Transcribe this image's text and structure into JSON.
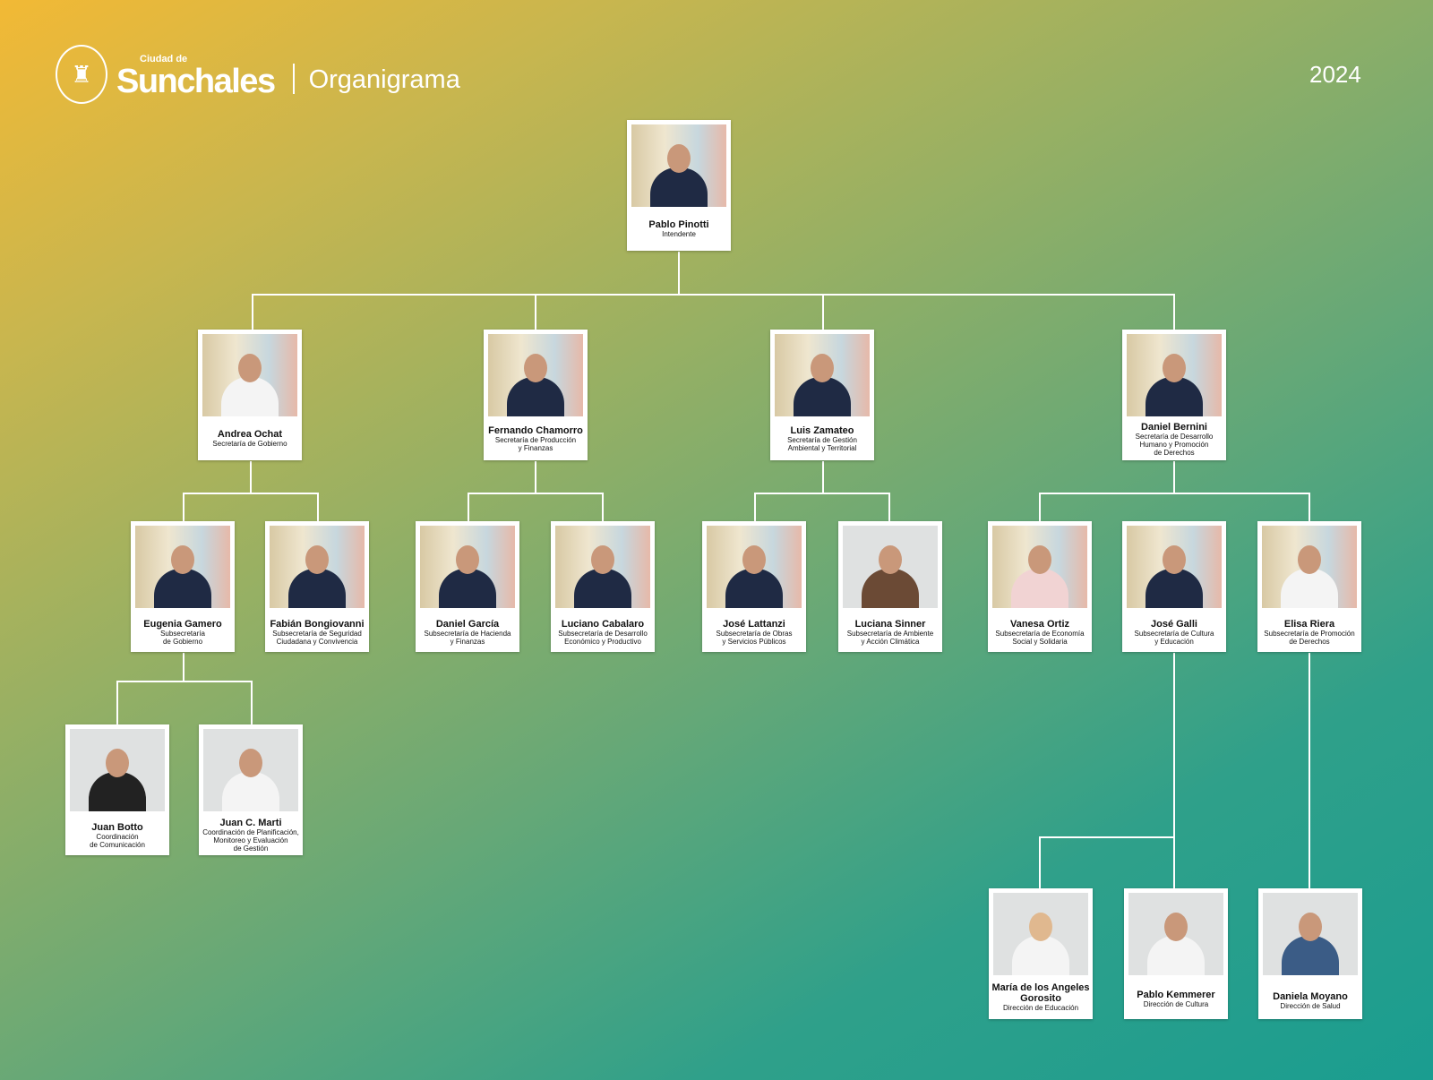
{
  "header": {
    "city_prefix": "Ciudad de",
    "city": "Sunchales",
    "title": "Organigrama",
    "year": "2024",
    "seal_icon": "municipal-seal-icon"
  },
  "people": {
    "pinotti": {
      "name": "Pablo Pinotti",
      "role": "Intendente"
    },
    "ochat": {
      "name": "Andrea Ochat",
      "role": "Secretaría de Gobierno"
    },
    "chamorro": {
      "name": "Fernando Chamorro",
      "role": "Secretaría de Producción\ny Finanzas"
    },
    "zamateo": {
      "name": "Luis Zamateo",
      "role": "Secretaría de Gestión\nAmbiental y Territorial"
    },
    "bernini": {
      "name": "Daniel Bernini",
      "role": "Secretaría de Desarrollo\nHumano y Promoción\nde Derechos"
    },
    "gamero": {
      "name": "Eugenia Gamero",
      "role": "Subsecretaría\nde Gobierno"
    },
    "bongiovanni": {
      "name": "Fabián Bongiovanni",
      "role": "Subsecretaría de Seguridad\nCiudadana y Convivencia"
    },
    "garcia": {
      "name": "Daniel García",
      "role": "Subsecretaría de Hacienda\ny Finanzas"
    },
    "cabalaro": {
      "name": "Luciano Cabalaro",
      "role": "Subsecretaría de Desarrollo\nEconómico y Productivo"
    },
    "lattanzi": {
      "name": "José Lattanzi",
      "role": "Subsecretaría de Obras\ny Servicios Públicos"
    },
    "sinner": {
      "name": "Luciana Sinner",
      "role": "Subsecretaría de Ambiente\ny Acción Climática"
    },
    "ortiz": {
      "name": "Vanesa Ortiz",
      "role": "Subsecretaría de Economía\nSocial y Solidaria"
    },
    "galli": {
      "name": "José Galli",
      "role": "Subsecretaría de Cultura\ny Educación"
    },
    "riera": {
      "name": "Elisa Riera",
      "role": "Subsecretaría de Promoción\nde Derechos"
    },
    "botto": {
      "name": "Juan Botto",
      "role": "Coordinación\nde Comunicación"
    },
    "marti": {
      "name": "Juan C. Marti",
      "role": "Coordinación de Planificación,\nMonitoreo y Evaluación\nde Gestión"
    },
    "gorosito": {
      "name": "María de los Angeles Gorosito",
      "role": "Dirección de Educación"
    },
    "kemmerer": {
      "name": "Pablo Kemmerer",
      "role": "Dirección de Cultura"
    },
    "moyano": {
      "name": "Daniela Moyano",
      "role": "Dirección de Salud"
    }
  }
}
